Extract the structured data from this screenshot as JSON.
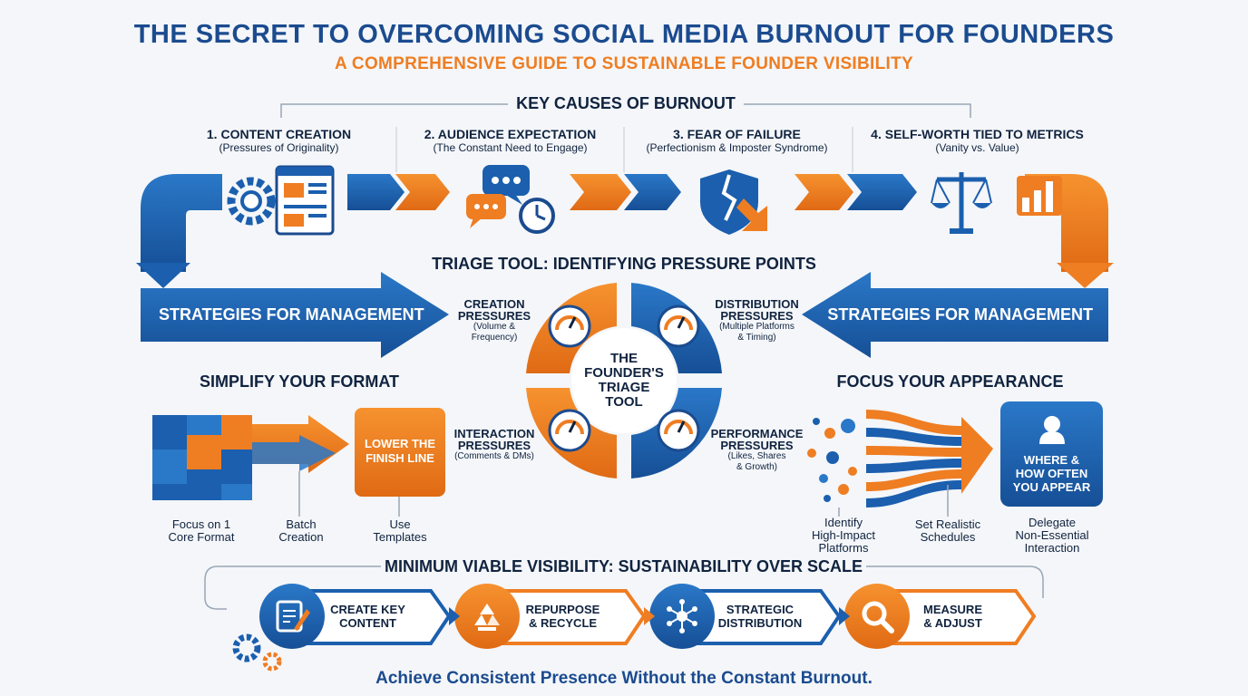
{
  "header": {
    "title": "THE SECRET TO OVERCOMING SOCIAL MEDIA BURNOUT FOR FOUNDERS",
    "subtitle": "A COMPREHENSIVE GUIDE TO SUSTAINABLE FOUNDER VISIBILITY"
  },
  "causes": {
    "heading": "KEY CAUSES OF BURNOUT",
    "items": [
      {
        "title": "1. CONTENT CREATION",
        "sub": "(Pressures of Originality)",
        "icon": "gear-document-icon"
      },
      {
        "title": "2. AUDIENCE EXPECTATION",
        "sub": "(The Constant Need to Engage)",
        "icon": "chat-clock-icon"
      },
      {
        "title": "3. FEAR OF FAILURE",
        "sub": "(Perfectionism & Imposter Syndrome)",
        "icon": "broken-shield-icon"
      },
      {
        "title": "4. SELF-WORTH TIED TO METRICS",
        "sub": "(Vanity vs. Value)",
        "icon": "scale-chart-icon"
      }
    ]
  },
  "triage": {
    "heading": "TRIAGE TOOL: IDENTIFYING PRESSURE POINTS",
    "center": [
      "THE",
      "FOUNDER'S",
      "TRIAGE",
      "TOOL"
    ],
    "quadrants": [
      {
        "title": [
          "CREATION",
          "PRESSURES"
        ],
        "sub": [
          "(Volume &",
          "Frequency)"
        ]
      },
      {
        "title": [
          "DISTRIBUTION",
          "PRESSURES"
        ],
        "sub": [
          "(Multiple Platforms",
          "& Timing)"
        ]
      },
      {
        "title": [
          "INTERACTION",
          "PRESSURES"
        ],
        "sub": [
          "(Comments & DMs)"
        ]
      },
      {
        "title": [
          "PERFORMANCE",
          "PRESSURES"
        ],
        "sub": [
          "(Likes, Shares",
          "& Growth)"
        ]
      }
    ]
  },
  "strategies": {
    "left_arrow": "STRATEGIES FOR MANAGEMENT",
    "right_arrow": "STRATEGIES FOR MANAGEMENT"
  },
  "simplify": {
    "heading": "SIMPLIFY YOUR FORMAT",
    "box": [
      "LOWER THE",
      "FINISH LINE"
    ],
    "labels": [
      [
        "Focus on 1",
        "Core Format"
      ],
      [
        "Batch",
        "Creation"
      ],
      [
        "Use",
        "Templates"
      ]
    ]
  },
  "focus": {
    "heading": "FOCUS YOUR APPEARANCE",
    "box": [
      "WHERE &",
      "HOW OFTEN",
      "YOU APPEAR"
    ],
    "labels": [
      [
        "Identify",
        "High-Impact",
        "Platforms"
      ],
      [
        "Set Realistic",
        "Schedules"
      ],
      [
        "Delegate",
        "Non-Essential",
        "Interaction"
      ]
    ]
  },
  "mvv": {
    "heading": "MINIMUM VIABLE VISIBILITY: SUSTAINABILITY OVER SCALE",
    "steps": [
      {
        "label": [
          "CREATE KEY",
          "CONTENT"
        ],
        "icon": "edit-document-icon"
      },
      {
        "label": [
          "REPURPOSE",
          "& RECYCLE"
        ],
        "icon": "recycle-icon"
      },
      {
        "label": [
          "STRATEGIC",
          "DISTRIBUTION"
        ],
        "icon": "network-icon"
      },
      {
        "label": [
          "MEASURE",
          "& ADJUST"
        ],
        "icon": "magnifier-icon"
      }
    ]
  },
  "footer": "Achieve Consistent Presence Without the Constant Burnout.",
  "colors": {
    "blue": "#1b5fae",
    "orange": "#ef7d22",
    "navy": "#10233f"
  }
}
